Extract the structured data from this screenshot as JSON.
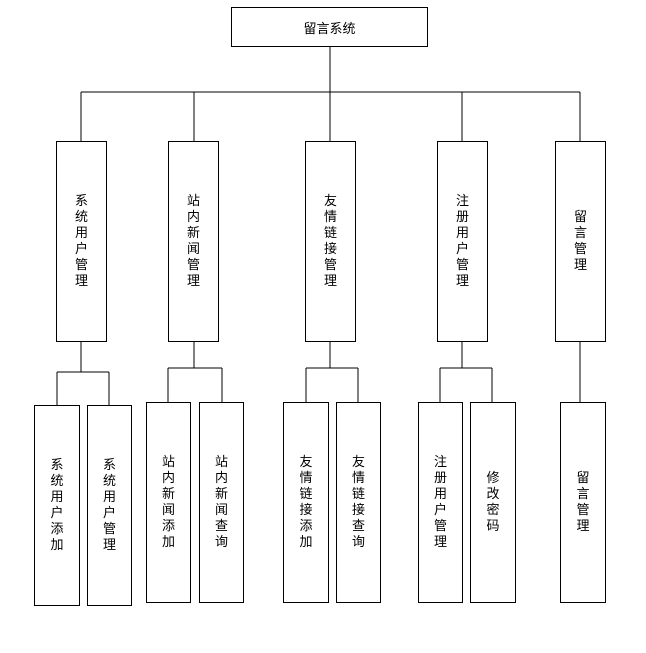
{
  "root": {
    "label": "留言系统"
  },
  "modules": [
    {
      "label": "系统用户管理",
      "children": [
        {
          "label": "系统用户添加"
        },
        {
          "label": "系统用户管理"
        }
      ]
    },
    {
      "label": "站内新闻管理",
      "children": [
        {
          "label": "站内新闻添加"
        },
        {
          "label": "站内新闻查询"
        }
      ]
    },
    {
      "label": "友情链接管理",
      "children": [
        {
          "label": "友情链接添加"
        },
        {
          "label": "友情链接查询"
        }
      ]
    },
    {
      "label": "注册用户管理",
      "children": [
        {
          "label": "注册用户管理"
        },
        {
          "label": "修改密码"
        }
      ]
    },
    {
      "label": "留言管理",
      "children": [
        {
          "label": "留言管理"
        }
      ]
    }
  ]
}
